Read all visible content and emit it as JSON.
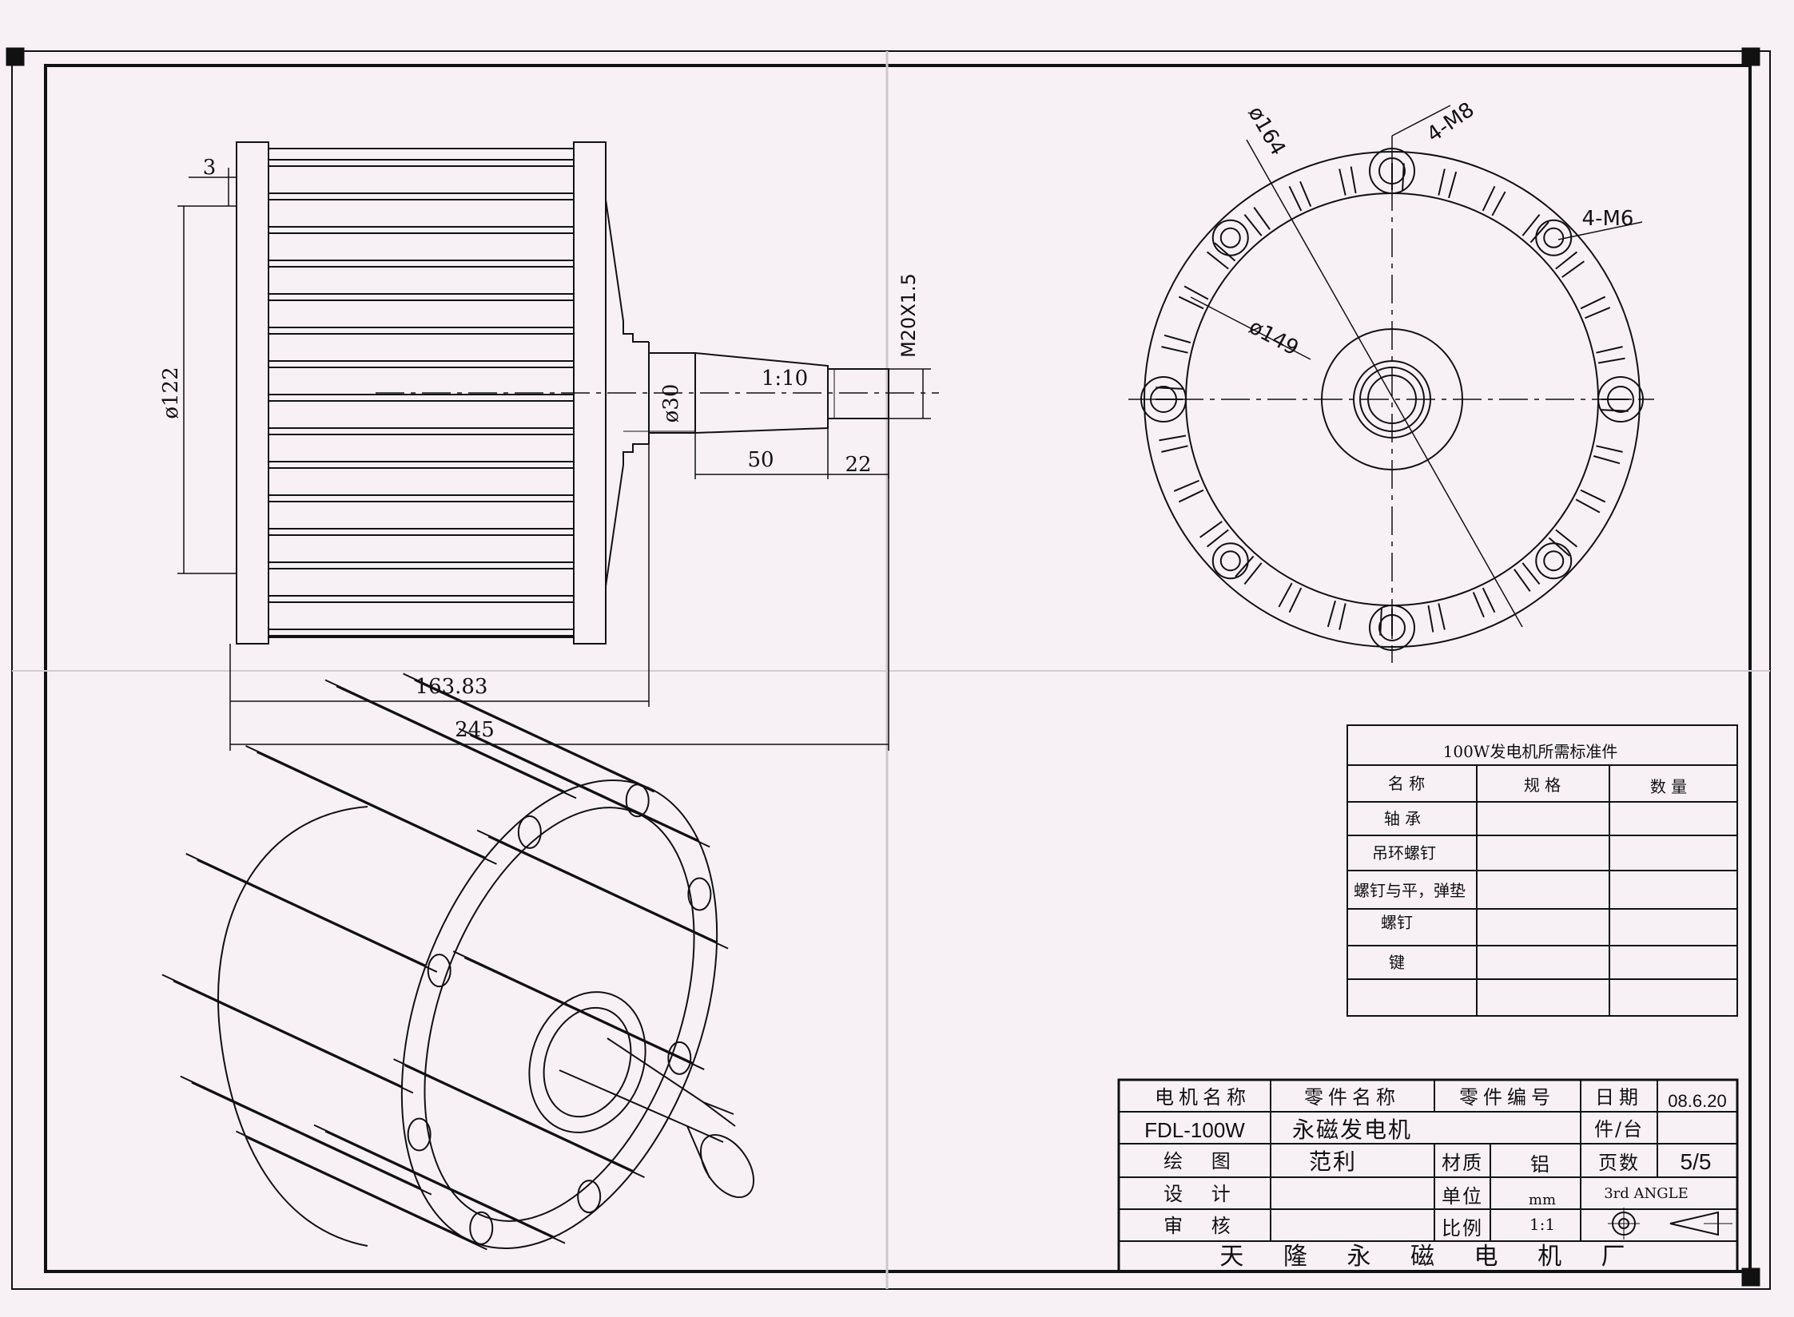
{
  "dimensions": {
    "d122": "ø122",
    "t3": "3",
    "d30": "ø30",
    "taper": "1:10",
    "thread": "M20X1.5",
    "l50": "50",
    "l22": "22",
    "l163": "163.83",
    "l245": "245",
    "d164": "ø164",
    "holes_m8": "4-M8",
    "holes_m6": "4-M6",
    "d149": "ø149"
  },
  "bom": {
    "title": "100W发电机所需标准件",
    "headers": [
      "名 称",
      "规 格",
      "数 量"
    ],
    "rows": [
      "轴 承",
      "吊环螺钉",
      "螺钉与平，弹垫",
      "螺钉",
      "键",
      ""
    ]
  },
  "title_block": {
    "motor_name_label": "电机名称",
    "part_name_label": "零件名称",
    "part_no_label": "零件编号",
    "date_label": "日期",
    "date_value": "08.6.20",
    "motor_name_value": "FDL-100W",
    "part_name_value": "永磁发电机",
    "pieces_label": "件/台",
    "drawn_label": "绘 图",
    "drawn_value": "范利",
    "material_label": "材质",
    "material_value": "铝",
    "pages_label": "页数",
    "pages_value": "5/5",
    "design_label": "设 计",
    "unit_label": "单位",
    "unit_value": "mm",
    "angle_label": "3rd ANGLE",
    "review_label": "审 核",
    "scale_label": "比例",
    "scale_value": "1:1",
    "company": "天 隆 永 磁 电 机 厂"
  }
}
